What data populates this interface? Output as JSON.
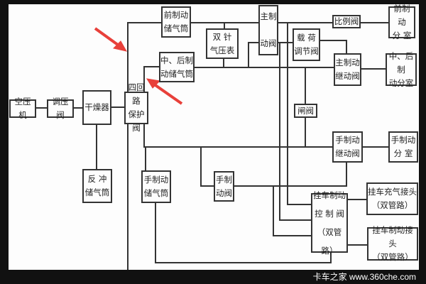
{
  "components": {
    "compressor": "空压机",
    "pressure_regulator": "调压阀",
    "dryer": "干燥器",
    "four_circuit_valve": "四回路\n保护阀",
    "front_reservoir": "前制动\n储气筒",
    "mid_rear_reservoir": "中、后制\n动储气筒",
    "dual_gauge": "双 针\n气压表",
    "main_brake_valve": "主制\n\n动阀",
    "load_valve": "载 荷\n调节阀",
    "proportional_valve": "比例阀",
    "front_chamber": "前制动\n分 室",
    "main_relay_valve": "主制动\n继动阀",
    "mid_rear_chamber": "中、后制\n动分室",
    "gate_valve": "闸阀",
    "hand_relay_valve": "手制动\n继动阀",
    "hand_chamber": "手制动\n分 室",
    "purge_reservoir": "反 冲\n储气筒",
    "hand_reservoir": "手制动\n储气筒",
    "hand_brake_valve": "手制\n动阀",
    "trailer_control_valve": "挂车制动\n控 制 阀\n（双管路）",
    "trailer_charge_coupling": "挂车充气接头\n（双管路）",
    "trailer_brake_coupling": "挂车制动接头\n（双管路）"
  },
  "watermark": "卡车之家 www.360che.com",
  "colors": {
    "line": "#333333",
    "arrow": "#e8403a",
    "frame": "#111111"
  }
}
